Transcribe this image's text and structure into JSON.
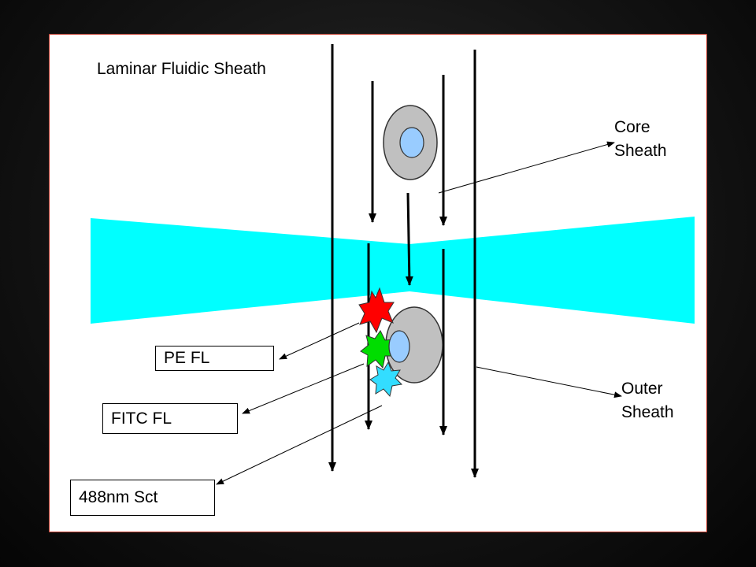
{
  "title": "Laminar Fluidic Sheath",
  "labels": {
    "core_sheath": "Core\nSheath",
    "outer_sheath": "Outer\nSheath",
    "pe_fl": "PE  FL",
    "fitc_fl": "FITC FL",
    "scatter": "488nm Sct"
  },
  "colors": {
    "laser_beam": "#00ffff",
    "cell_body": "#c0c0c0",
    "cell_nucleus": "#99ccff",
    "pe_burst": "#ff0000",
    "fitc_burst": "#00dd00",
    "scatter_burst": "#33ddff"
  }
}
